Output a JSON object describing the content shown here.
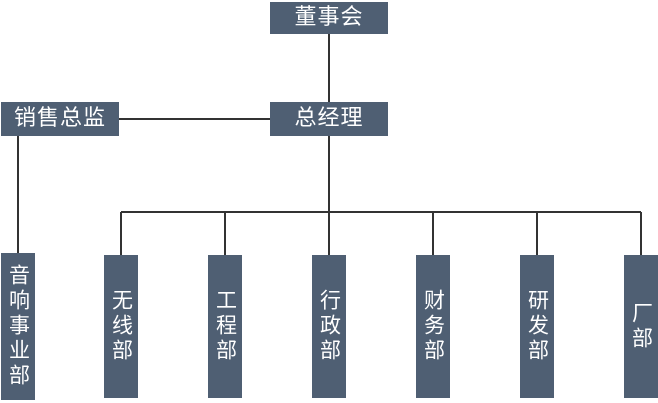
{
  "nodes": {
    "board": "董事会",
    "general_manager": "总经理",
    "sales_director": "销售总监",
    "audio_division": "音响事业部",
    "wireless_dept": "无线部",
    "engineering_dept": "工程部",
    "admin_dept": "行政部",
    "finance_dept": "财务部",
    "rnd_dept": "研发部",
    "factory": "厂部"
  },
  "colors": {
    "node_fill": "#4f5f73",
    "node_text": "#ffffff",
    "connector": "#333333",
    "background": "#ffffff"
  }
}
